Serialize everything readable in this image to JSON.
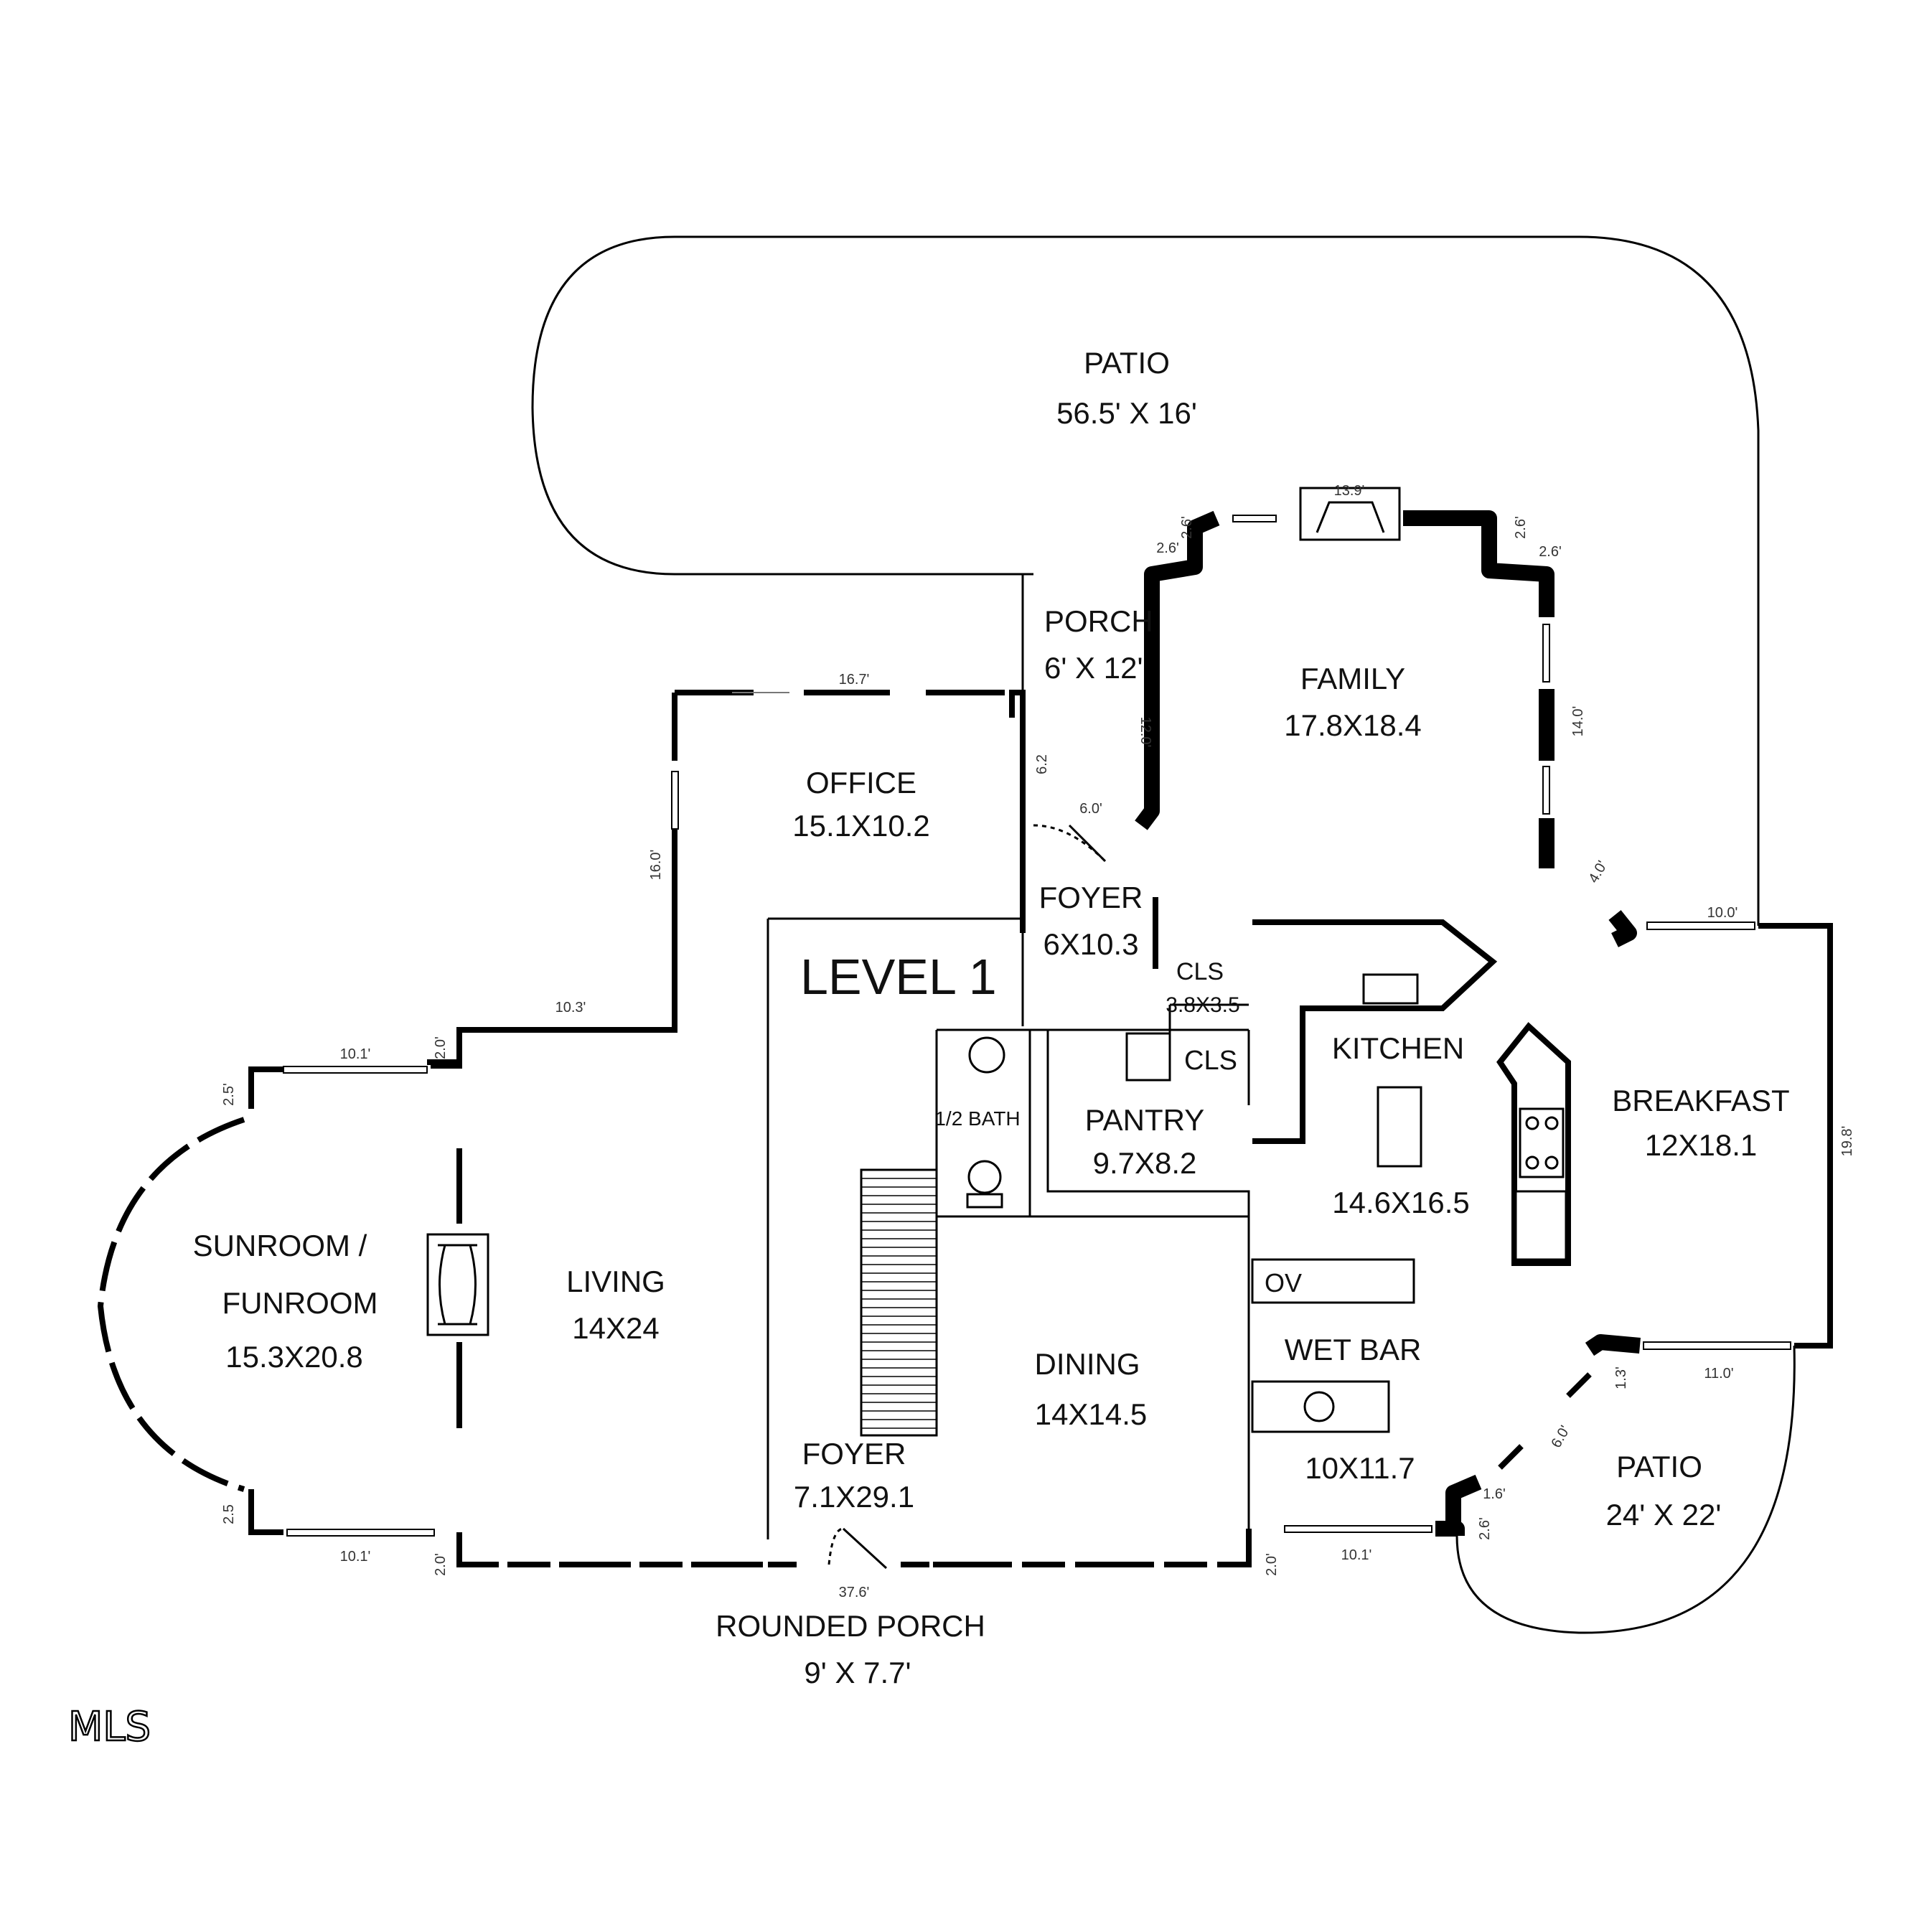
{
  "level": "LEVEL 1",
  "watermark": "MLS",
  "rooms": {
    "patio_top": {
      "name": "PATIO",
      "size": "56.5' X 16'"
    },
    "porch": {
      "name": "PORCH",
      "size": "6' X 12'"
    },
    "family": {
      "name": "FAMILY",
      "size": "17.8X18.4"
    },
    "office": {
      "name": "OFFICE",
      "size": "15.1X10.2"
    },
    "foyer_upper": {
      "name": "FOYER",
      "size": "6X10.3"
    },
    "cls1": {
      "name": "CLS",
      "size": "3.8X3.5"
    },
    "cls2": {
      "name": "CLS"
    },
    "kitchen": {
      "name": "KITCHEN",
      "size": "14.6X16.5"
    },
    "breakfast": {
      "name": "BREAKFAST",
      "size": "12X18.1"
    },
    "half_bath": {
      "name": "1/2 BATH"
    },
    "pantry": {
      "name": "PANTRY",
      "size": "9.7X8.2"
    },
    "sunroom": {
      "name_line1": "SUNROOM /",
      "name_line2": "FUNROOM",
      "size": "15.3X20.8"
    },
    "living": {
      "name": "LIVING",
      "size": "14X24"
    },
    "dining": {
      "name": "DINING",
      "size": "14X14.5"
    },
    "wet_bar": {
      "name": "WET BAR",
      "size": "10X11.7"
    },
    "oven": {
      "name": "OV"
    },
    "foyer_lower": {
      "name": "FOYER",
      "size": "7.1X29.1"
    },
    "patio_right": {
      "name": "PATIO",
      "size": "24' X 22'"
    },
    "rounded_porch": {
      "name": "ROUNDED PORCH",
      "size": "9' X 7.7'"
    }
  },
  "dimensions": {
    "d_13_9": "13.9'",
    "d_2_6a": "2.6'",
    "d_2_6b": "2.6'",
    "d_2_6c": "2.6'",
    "d_2_6d": "2.6'",
    "d_16_7": "16.7'",
    "d_12_0": "12.0'",
    "d_14_0": "14.0'",
    "d_6_2": "6.2",
    "d_6_0": "6.0'",
    "d_16_0": "16.0'",
    "d_10_3": "10.3'",
    "d_2_0a": "2.0'",
    "d_10_1a": "10.1'",
    "d_2_5a": "2.5'",
    "d_2_5b": "2.5",
    "d_10_1b": "10.1'",
    "d_2_0b": "2.0'",
    "d_37_6": "37.6'",
    "d_2_0c": "2.0'",
    "d_10_1c": "10.1'",
    "d_2_6e": "2.6'",
    "d_1_6": "1.6'",
    "d_6_0b": "6.0'",
    "d_1_3": "1.3'",
    "d_11_0": "11.0'",
    "d_19_8": "19.8'",
    "d_10_0": "10.0'",
    "d_4_0": "4.0'"
  }
}
